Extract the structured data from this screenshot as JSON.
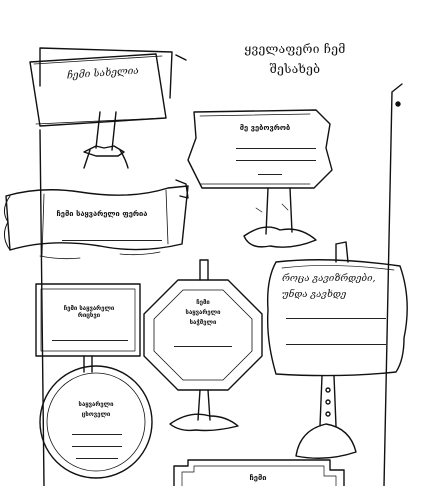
{
  "title": {
    "line1": "ყველაფერი ჩემ",
    "line2": "შესახებ"
  },
  "signs": {
    "name": "ჩემი სახელია",
    "age": "მე ვებოვრობ",
    "color": "ჩემი საყვარელი ფერია",
    "food": "ჩემი საყვარელი რიცხვი",
    "animal": {
      "line1": "ჩემი",
      "line2": "საყვარელი",
      "line3": "საჭმელი"
    },
    "grow": {
      "line1": "როცა გავიზრდები,",
      "line2": "უნდა გავხდე"
    },
    "season": {
      "line1": "საყვარელი",
      "line2": "ცხოველი"
    },
    "bottom": "ჩემი"
  }
}
